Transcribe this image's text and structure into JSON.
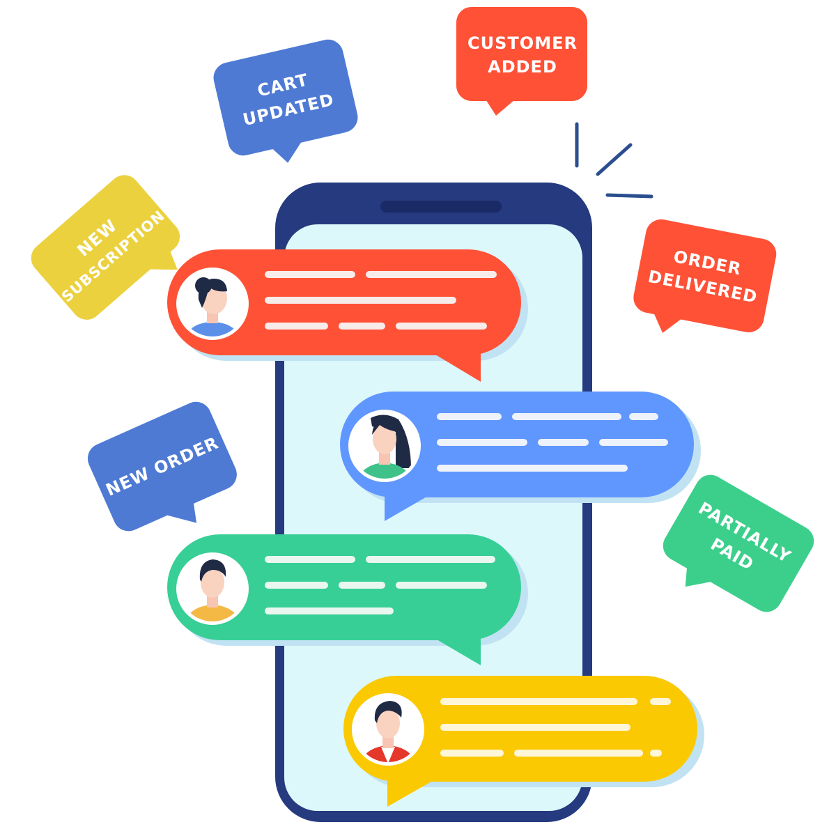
{
  "tags": {
    "customer_added": [
      "CUSTOMER",
      "ADDED"
    ],
    "cart_updated": [
      "CART",
      "UPDATED"
    ],
    "new_subscription": [
      "NEW",
      "SUBSCRIPTION"
    ],
    "order_delivered": [
      "ORDER",
      "DELIVERED"
    ],
    "new_order": [
      "NEW ORDER"
    ],
    "partially_paid": [
      "PARTIALLY",
      "PAID"
    ]
  },
  "colors": {
    "red": "#FF5136",
    "blue": "#6097FF",
    "green": "#37CF96",
    "yellow": "#FBC902",
    "tag_blue": "#4E7AD4",
    "tag_yellow": "#ECD13F",
    "tag_green": "#3CCF8C",
    "phone_frame": "#253A7F",
    "phone_screen": "#DDF8FB"
  },
  "icons": [
    "avatar-woman-bun-icon",
    "avatar-woman-long-hair-icon",
    "avatar-man-yellow-shirt-icon",
    "avatar-man-red-jacket-icon"
  ]
}
